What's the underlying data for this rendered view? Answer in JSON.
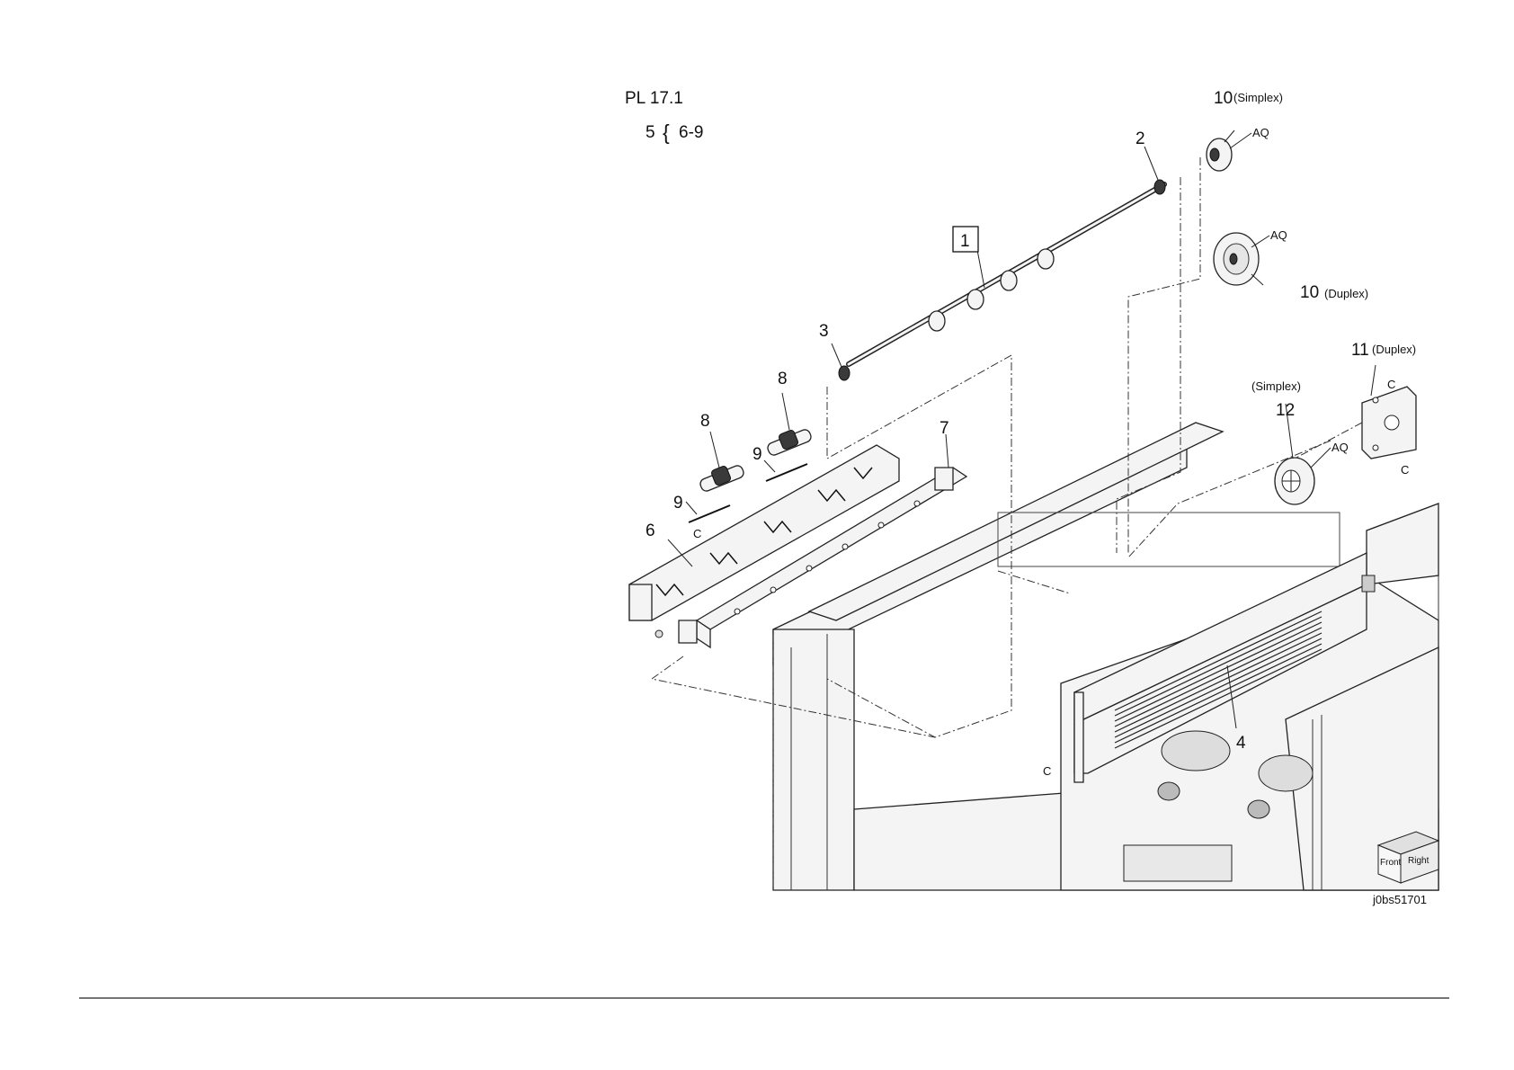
{
  "diagram": {
    "plate": "PL 17.1",
    "group_number": "5",
    "group_brace": "{",
    "group_range": "6-9",
    "figure_id": "j0bs51701",
    "orientation_cube": {
      "front": "Front",
      "right": "Right"
    },
    "callouts": {
      "c1": "1",
      "c2": "2",
      "c3": "3",
      "c4": "4",
      "c6": "6",
      "c7": "7",
      "c8a": "8",
      "c8b": "8",
      "c9a": "9",
      "c9b": "9",
      "c10s": "10",
      "c10s_note": "(Simplex)",
      "c10d": "10",
      "c10d_note": "(Duplex)",
      "c11": "11",
      "c11_note": "(Duplex)",
      "c12": "12",
      "c12_note": "(Simplex)"
    },
    "marks": {
      "aq1": "AQ",
      "aq2": "AQ",
      "aq3": "AQ",
      "c_a": "C",
      "c_b": "C",
      "c_c": "C",
      "c_d": "C"
    }
  }
}
